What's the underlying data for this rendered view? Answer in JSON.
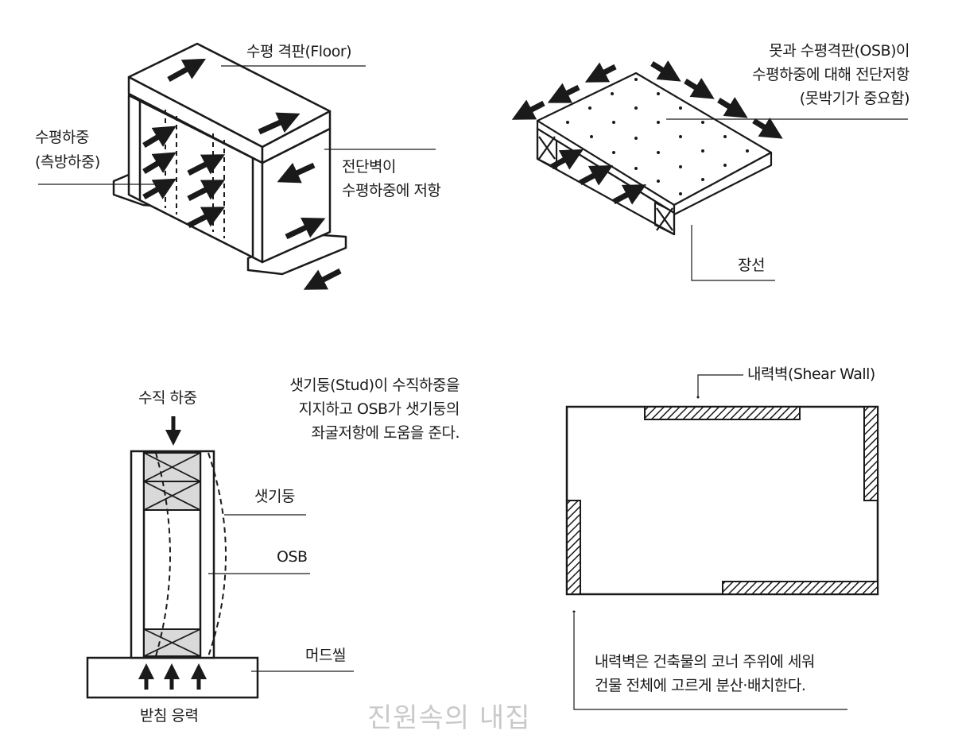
{
  "panel_floor": {
    "floor_label": "수평 격판(Floor)",
    "load_label_line1": "수평하중",
    "load_label_line2": "(측방하중)",
    "shear_wall_line1": "전단벽이",
    "shear_wall_line2": "수평하중에 저항"
  },
  "panel_osb": {
    "note_line1": "못과 수평격판(OSB)이",
    "note_line2": "수평하중에 대해 전단저항",
    "note_line3": "(못박기가 중요함)",
    "joist_label": "장선"
  },
  "panel_stud": {
    "note_line1": "샛기둥(Stud)이 수직하중을",
    "note_line2": "지지하고 OSB가 샛기둥의",
    "note_line3": "좌굴저항에 도움을 준다.",
    "vertical_load_label": "수직 하중",
    "stud_label": "샛기둥",
    "osb_label": "OSB",
    "mudsill_label": "머드씰",
    "bearing_label": "받침 응력"
  },
  "panel_plan": {
    "shear_wall_label": "내력벽(Shear Wall)",
    "note_line1": "내력벽은 건축물의 코너 주위에 세워",
    "note_line2": "건물 전체에 고르게 분산·배치한다."
  },
  "watermark": "진원속의 내집",
  "colors": {
    "ink": "#1a1a1a",
    "fill_gray": "#d9d9d9",
    "watermark": "#c9c9c9"
  }
}
